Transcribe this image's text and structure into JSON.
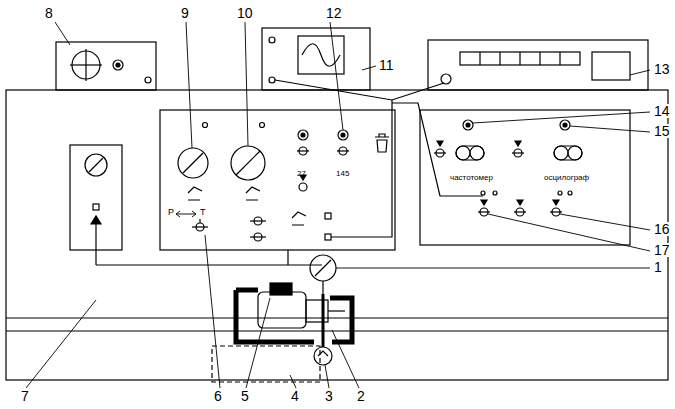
{
  "diagram": {
    "nodes": [
      {
        "text": [
          "P",
          "T",
          "27",
          "145"
        ]
      },
      {
        "text": [
          "частотомер",
          "осцилограф"
        ]
      }
    ],
    "labels": [
      "8",
      "9",
      "10",
      "11",
      "12",
      "13",
      "14",
      "15",
      "16",
      "17",
      "1",
      "2",
      "3",
      "4",
      "5",
      "6",
      "7"
    ]
  }
}
